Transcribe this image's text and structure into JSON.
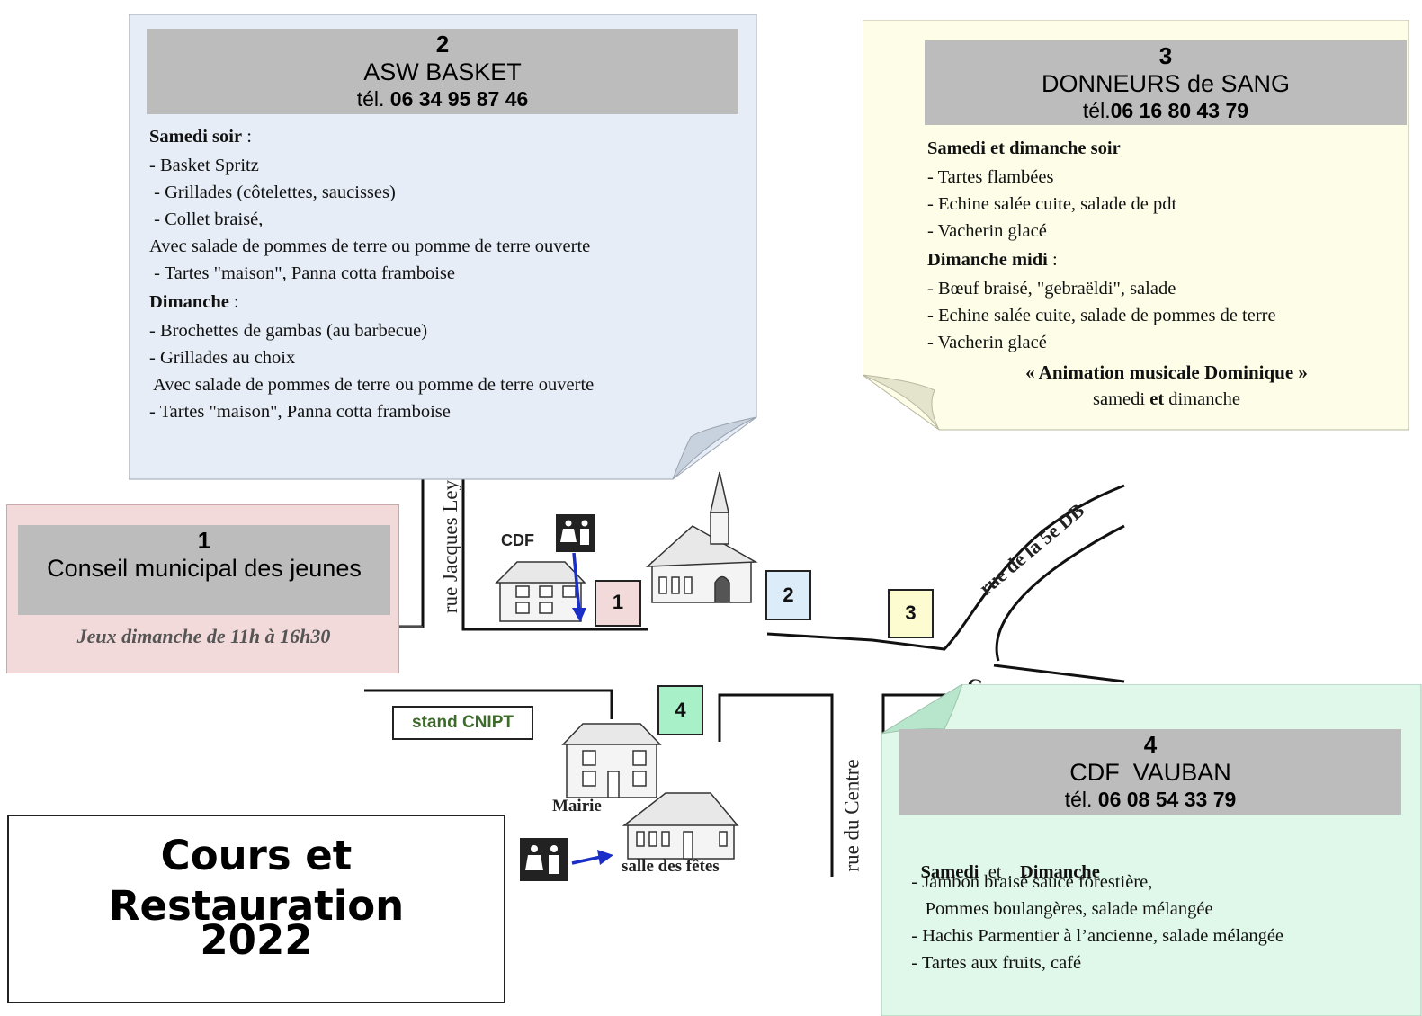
{
  "colors": {
    "box1": "#f3dada",
    "box2": "#e6edf6",
    "box3": "#fdfde8",
    "box4": "#e0f8ea",
    "header": "#bcbcbc",
    "marker1": "#f3dada",
    "marker2": "#dcecf8",
    "marker3": "#fcfcd0",
    "marker4": "#a8f0c8",
    "arrow": "#1a2ec8"
  },
  "stand1": {
    "number": "1",
    "name": "Conseil municipal des jeunes",
    "note": "Jeux dimanche de 11h à 16h30"
  },
  "stand2": {
    "number": "2",
    "name": "ASW BASKET",
    "tel_prefix": "tél. ",
    "tel": "06 34 95 87 46",
    "lines": [
      {
        "text": "Samedi soir",
        "suffix": " :",
        "bold": true
      },
      {
        "text": "- Basket Spritz"
      },
      {
        "text": " - Grillades (côtelettes, saucisses)"
      },
      {
        "text": " - Collet braisé,"
      },
      {
        "text": "Avec salade de pommes de terre ou pomme de terre ouverte"
      },
      {
        "text": " - Tartes \"maison\", Panna cotta framboise"
      },
      {
        "text": "Dimanche",
        "suffix": " :",
        "bold": true
      },
      {
        "text": "- Brochettes de gambas (au barbecue)"
      },
      {
        "text": "- Grillades au choix"
      },
      {
        "text": " Avec salade de pommes de terre ou pomme de terre ouverte"
      },
      {
        "text": "- Tartes \"maison\", Panna cotta framboise"
      }
    ]
  },
  "stand3": {
    "number": "3",
    "name": "DONNEURS de SANG",
    "tel_prefix": "tél.",
    "tel": "06 16 80 43 79",
    "lines": [
      {
        "text": "Samedi et dimanche soir",
        "bold": true
      },
      {
        "text": "- Tartes flambées"
      },
      {
        "text": "- Echine salée cuite, salade de pdt"
      },
      {
        "text": "- Vacherin glacé"
      },
      {
        "text": "Dimanche midi",
        "suffix": " :",
        "bold": true
      },
      {
        "text": "- Bœuf braisé, \"gebraëldi\", salade"
      },
      {
        "text": "- Echine salée cuite, salade de pommes de terre"
      },
      {
        "text": "- Vacherin glacé"
      }
    ],
    "animation": "« Animation musicale Dominique »",
    "animation_days_1": "samedi ",
    "animation_days_bold": "et",
    "animation_days_2": " dimanche"
  },
  "stand4": {
    "number": "4",
    "name": "CDF  VAUBAN",
    "tel_prefix": "tél. ",
    "tel": "06 08 54 33 79",
    "days_1": "Samedi",
    "days_and": "  et    ",
    "days_2": "Dimanche",
    "lines": [
      {
        "text": "  - Jambon braisé sauce forestière,"
      },
      {
        "text": "     Pommes boulangères, salade mélangée"
      },
      {
        "text": "  - Hachis Parmentier à l’ancienne, salade mélangée"
      },
      {
        "text": "  - Tartes aux fruits, café"
      }
    ]
  },
  "map": {
    "rue_jacques_ley": "rue Jacques Ley",
    "rue_5e_db": "rue de la 5e DB",
    "grand_rue": "Grand Rue",
    "rue_du_centre": "rue du Centre",
    "cdf": "CDF",
    "stand_cnipt": "stand CNIPT",
    "mairie": "Mairie",
    "salle_des_fetes": "salle des fêtes",
    "markers": [
      "1",
      "2",
      "3",
      "4"
    ],
    "icons": [
      "toilets-icon",
      "church-icon",
      "house-icon",
      "mairie-icon",
      "salle-des-fetes-icon",
      "arrow-icon"
    ]
  },
  "title": {
    "line1": "Cours et Restauration",
    "line2": "2022"
  }
}
